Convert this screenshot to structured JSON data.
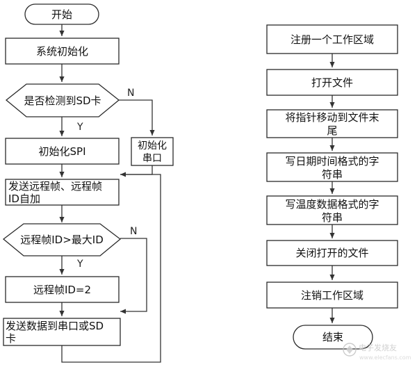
{
  "left_flow": {
    "start": "开始",
    "init_system": "系统初始化",
    "check_sd": "是否检测到SD卡",
    "check_sd_yes": "Y",
    "check_sd_no": "N",
    "init_spi": "初始化SPI",
    "init_serial": [
      "初始化",
      "串口"
    ],
    "send_remote_frame": [
      "发送远程帧、远程帧",
      "ID自加"
    ],
    "check_max_id": "远程帧ID>最大ID",
    "check_max_id_yes": "Y",
    "check_max_id_no": "N",
    "set_frame_id": "远程帧ID=2",
    "send_data": [
      "发送数据到串口或SD",
      "卡"
    ]
  },
  "right_flow": {
    "register_area": "注册一个工作区域",
    "open_file": "打开文件",
    "move_pointer": [
      "将指针移动到文件末",
      "尾"
    ],
    "write_datetime": [
      "写日期时间格式的字",
      "符串"
    ],
    "write_temperature": [
      "写温度数据格式的字",
      "符串"
    ],
    "close_file": "关闭打开的文件",
    "unregister_area": "注销工作区域",
    "end": "结束"
  },
  "watermark": {
    "text": "电子发烧友",
    "url": "www.elecfans.com"
  }
}
